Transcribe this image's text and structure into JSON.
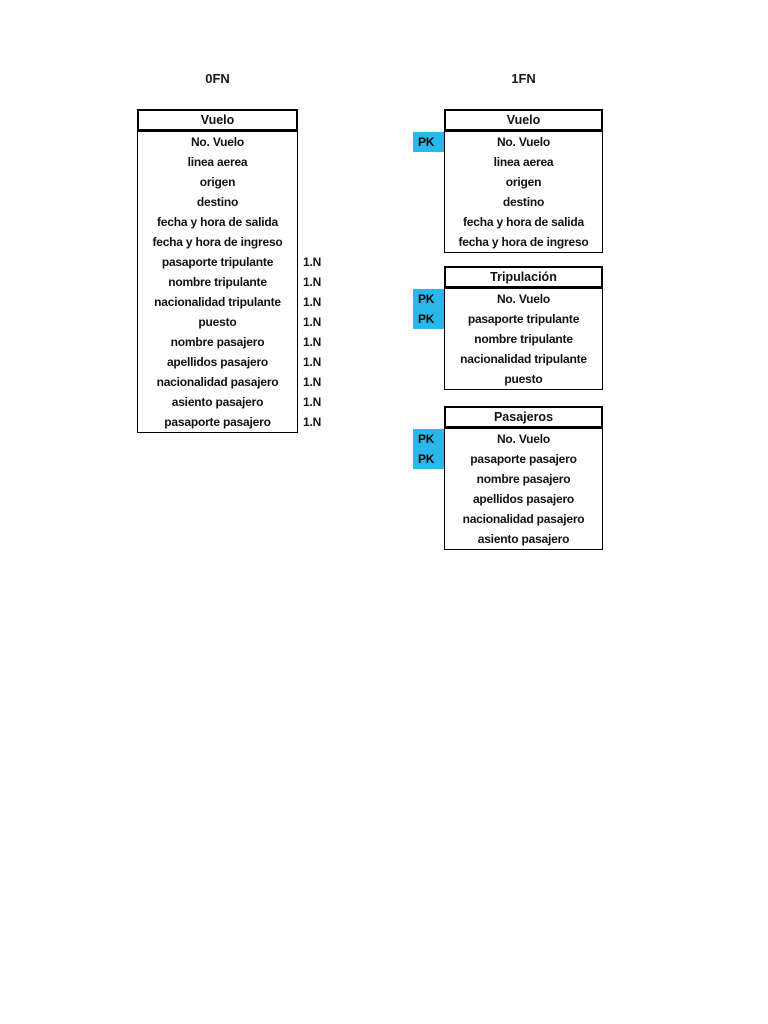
{
  "sections": {
    "ofn": {
      "title": "0FN"
    },
    "fn1": {
      "title": "1FN"
    }
  },
  "pk_label": "PK",
  "colors": {
    "pk_fill": "#29b8ea",
    "line": "#000000",
    "text": "#1a1a1a",
    "page_background": "#ffffff"
  },
  "tables": {
    "ofn_vuelo": {
      "title": "Vuelo",
      "rows": [
        {
          "label": "No. Vuelo"
        },
        {
          "label": "linea aerea"
        },
        {
          "label": "origen"
        },
        {
          "label": "destino"
        },
        {
          "label": "fecha y hora de salida"
        },
        {
          "label": "fecha y hora de ingreso"
        },
        {
          "label": "pasaporte tripulante",
          "note": "1.N"
        },
        {
          "label": "nombre tripulante",
          "note": "1.N"
        },
        {
          "label": "nacionalidad tripulante",
          "note": "1.N"
        },
        {
          "label": "puesto",
          "note": "1.N"
        },
        {
          "label": "nombre pasajero",
          "note": "1.N"
        },
        {
          "label": "apellidos pasajero",
          "note": "1.N"
        },
        {
          "label": "nacionalidad pasajero",
          "note": "1.N"
        },
        {
          "label": "asiento pasajero",
          "note": "1.N"
        },
        {
          "label": "pasaporte pasajero",
          "note": "1.N"
        }
      ]
    },
    "fn1_vuelo": {
      "title": "Vuelo",
      "rows": [
        {
          "label": "No. Vuelo",
          "pk": true
        },
        {
          "label": "linea aerea"
        },
        {
          "label": "origen"
        },
        {
          "label": "destino"
        },
        {
          "label": "fecha y hora de salida"
        },
        {
          "label": "fecha y hora de ingreso"
        }
      ]
    },
    "fn1_tripulacion": {
      "title": "Tripulación",
      "rows": [
        {
          "label": "No. Vuelo",
          "pk": true
        },
        {
          "label": "pasaporte tripulante",
          "pk": true
        },
        {
          "label": "nombre tripulante"
        },
        {
          "label": "nacionalidad tripulante"
        },
        {
          "label": "puesto"
        }
      ]
    },
    "fn1_pasajeros": {
      "title": "Pasajeros",
      "rows": [
        {
          "label": "No. Vuelo",
          "pk": true
        },
        {
          "label": "pasaporte pasajero",
          "pk": true
        },
        {
          "label": "nombre pasajero"
        },
        {
          "label": "apellidos pasajero"
        },
        {
          "label": "nacionalidad pasajero"
        },
        {
          "label": "asiento pasajero"
        }
      ]
    }
  }
}
